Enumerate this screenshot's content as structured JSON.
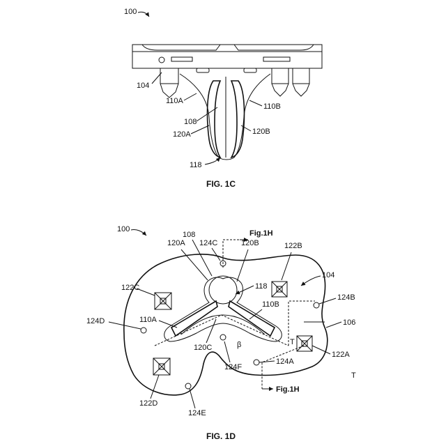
{
  "figures": [
    {
      "caption": "FIG. 1C",
      "labels": {
        "l100": "100",
        "l104": "104",
        "l110A": "110A",
        "l110B": "110B",
        "l108": "108",
        "l120A": "120A",
        "l120B": "120B",
        "l118": "118"
      }
    },
    {
      "caption": "FIG. 1D",
      "labels": {
        "l100": "100",
        "l108": "108",
        "l120A": "120A",
        "l124C": "124C",
        "l120B": "120B",
        "l122B": "122B",
        "l104": "104",
        "l122C": "122C",
        "l118": "118",
        "l124B": "124B",
        "l110B": "110B",
        "l124D": "124D",
        "l110A": "110A",
        "l106": "106",
        "l120C": "120C",
        "lbeta": "β",
        "lT1": "T",
        "l122A": "122A",
        "l124F": "124F",
        "l124A": "124A",
        "lT2": "T",
        "l122D": "122D",
        "l124E": "124E",
        "lfigH1": "Fig.1H",
        "lfigH2": "Fig.1H"
      }
    }
  ]
}
